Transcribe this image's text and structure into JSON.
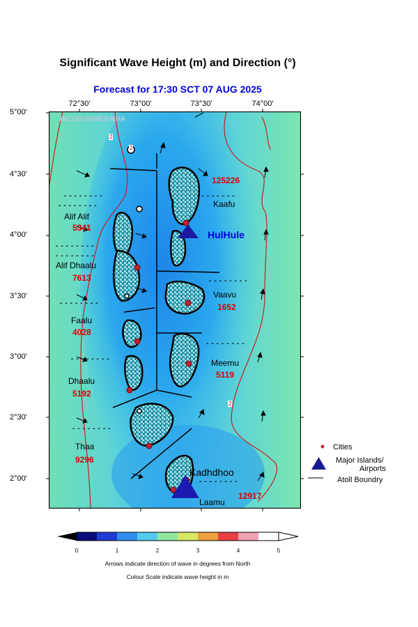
{
  "title": "Significant Wave Height (m) and Direction (°)",
  "subtitle": "Forecast for  17:30 SCT 07 AUG 2025",
  "watermark": "INCOIS-RIMES-NHA",
  "axes": {
    "lon_labels": [
      "72°30'",
      "73°00'",
      "73°30'",
      "74°00'"
    ],
    "lat_labels": [
      "5°00'",
      "4°30'",
      "4°00'",
      "3°30'",
      "3°00'",
      "2°30'",
      "2°00'"
    ]
  },
  "contour_label": "2",
  "atolls": [
    {
      "name": "Alif Alif",
      "pop": "5341",
      "dhivehi": "ބ ބ ބ ބ ބ ބ ބ ބ"
    },
    {
      "name": "Alif Dhaalu",
      "pop": "7613",
      "dhivehi": "ބ ބ ބ ބ ބ ބ ބ ބ"
    },
    {
      "name": "Faalu",
      "pop": "4028",
      "dhivehi": "ބ ބ ބ ބ ބ ބ ބ ބ"
    },
    {
      "name": "Dhaalu",
      "pop": "5192",
      "dhivehi": "ބ ބ ބ ބ ބ ބ ބ ބ"
    },
    {
      "name": "Thaa",
      "pop": "9296",
      "dhivehi": "ބ ބ ބ ބ ބ ބ ބ ބ"
    },
    {
      "name": "Kaafu",
      "pop": "125226",
      "dhivehi": "ބ ބ ބ ބ ބ ބ ބ ބ"
    },
    {
      "name": "Vaavu",
      "pop": "1652",
      "dhivehi": "ބ ބ ބ ބ ބ ބ ބ ބ"
    },
    {
      "name": "Meemu",
      "pop": "5119",
      "dhivehi": "ބ ބ ބ ބ ބ ބ ބ ބ"
    },
    {
      "name": "Laamu",
      "pop": "12917",
      "dhivehi": "ބ ބ ބ ބ ބ ބ ބ ބ"
    }
  ],
  "airports": {
    "hulhule": "HulHule",
    "kadhdhoo": "Kadhdhoo"
  },
  "legend": {
    "cities": "Cities",
    "major_line1": "Major Islands/",
    "major_line2": "Airports",
    "boundary": "Atoll Boundry"
  },
  "colorbar": {
    "ticks": [
      "0",
      "1",
      "2",
      "3",
      "4",
      "5"
    ],
    "note1": "Arrows indicate direction of wave in degrees from North",
    "note2": "Colour Scale indicate wave height in m",
    "colors": [
      "#0a0a7a",
      "#1e3cd2",
      "#2f8ff0",
      "#52c9f0",
      "#8ee89c",
      "#d6e864",
      "#f0a040",
      "#e84040",
      "#f0a0b4",
      "#ffffff"
    ]
  }
}
